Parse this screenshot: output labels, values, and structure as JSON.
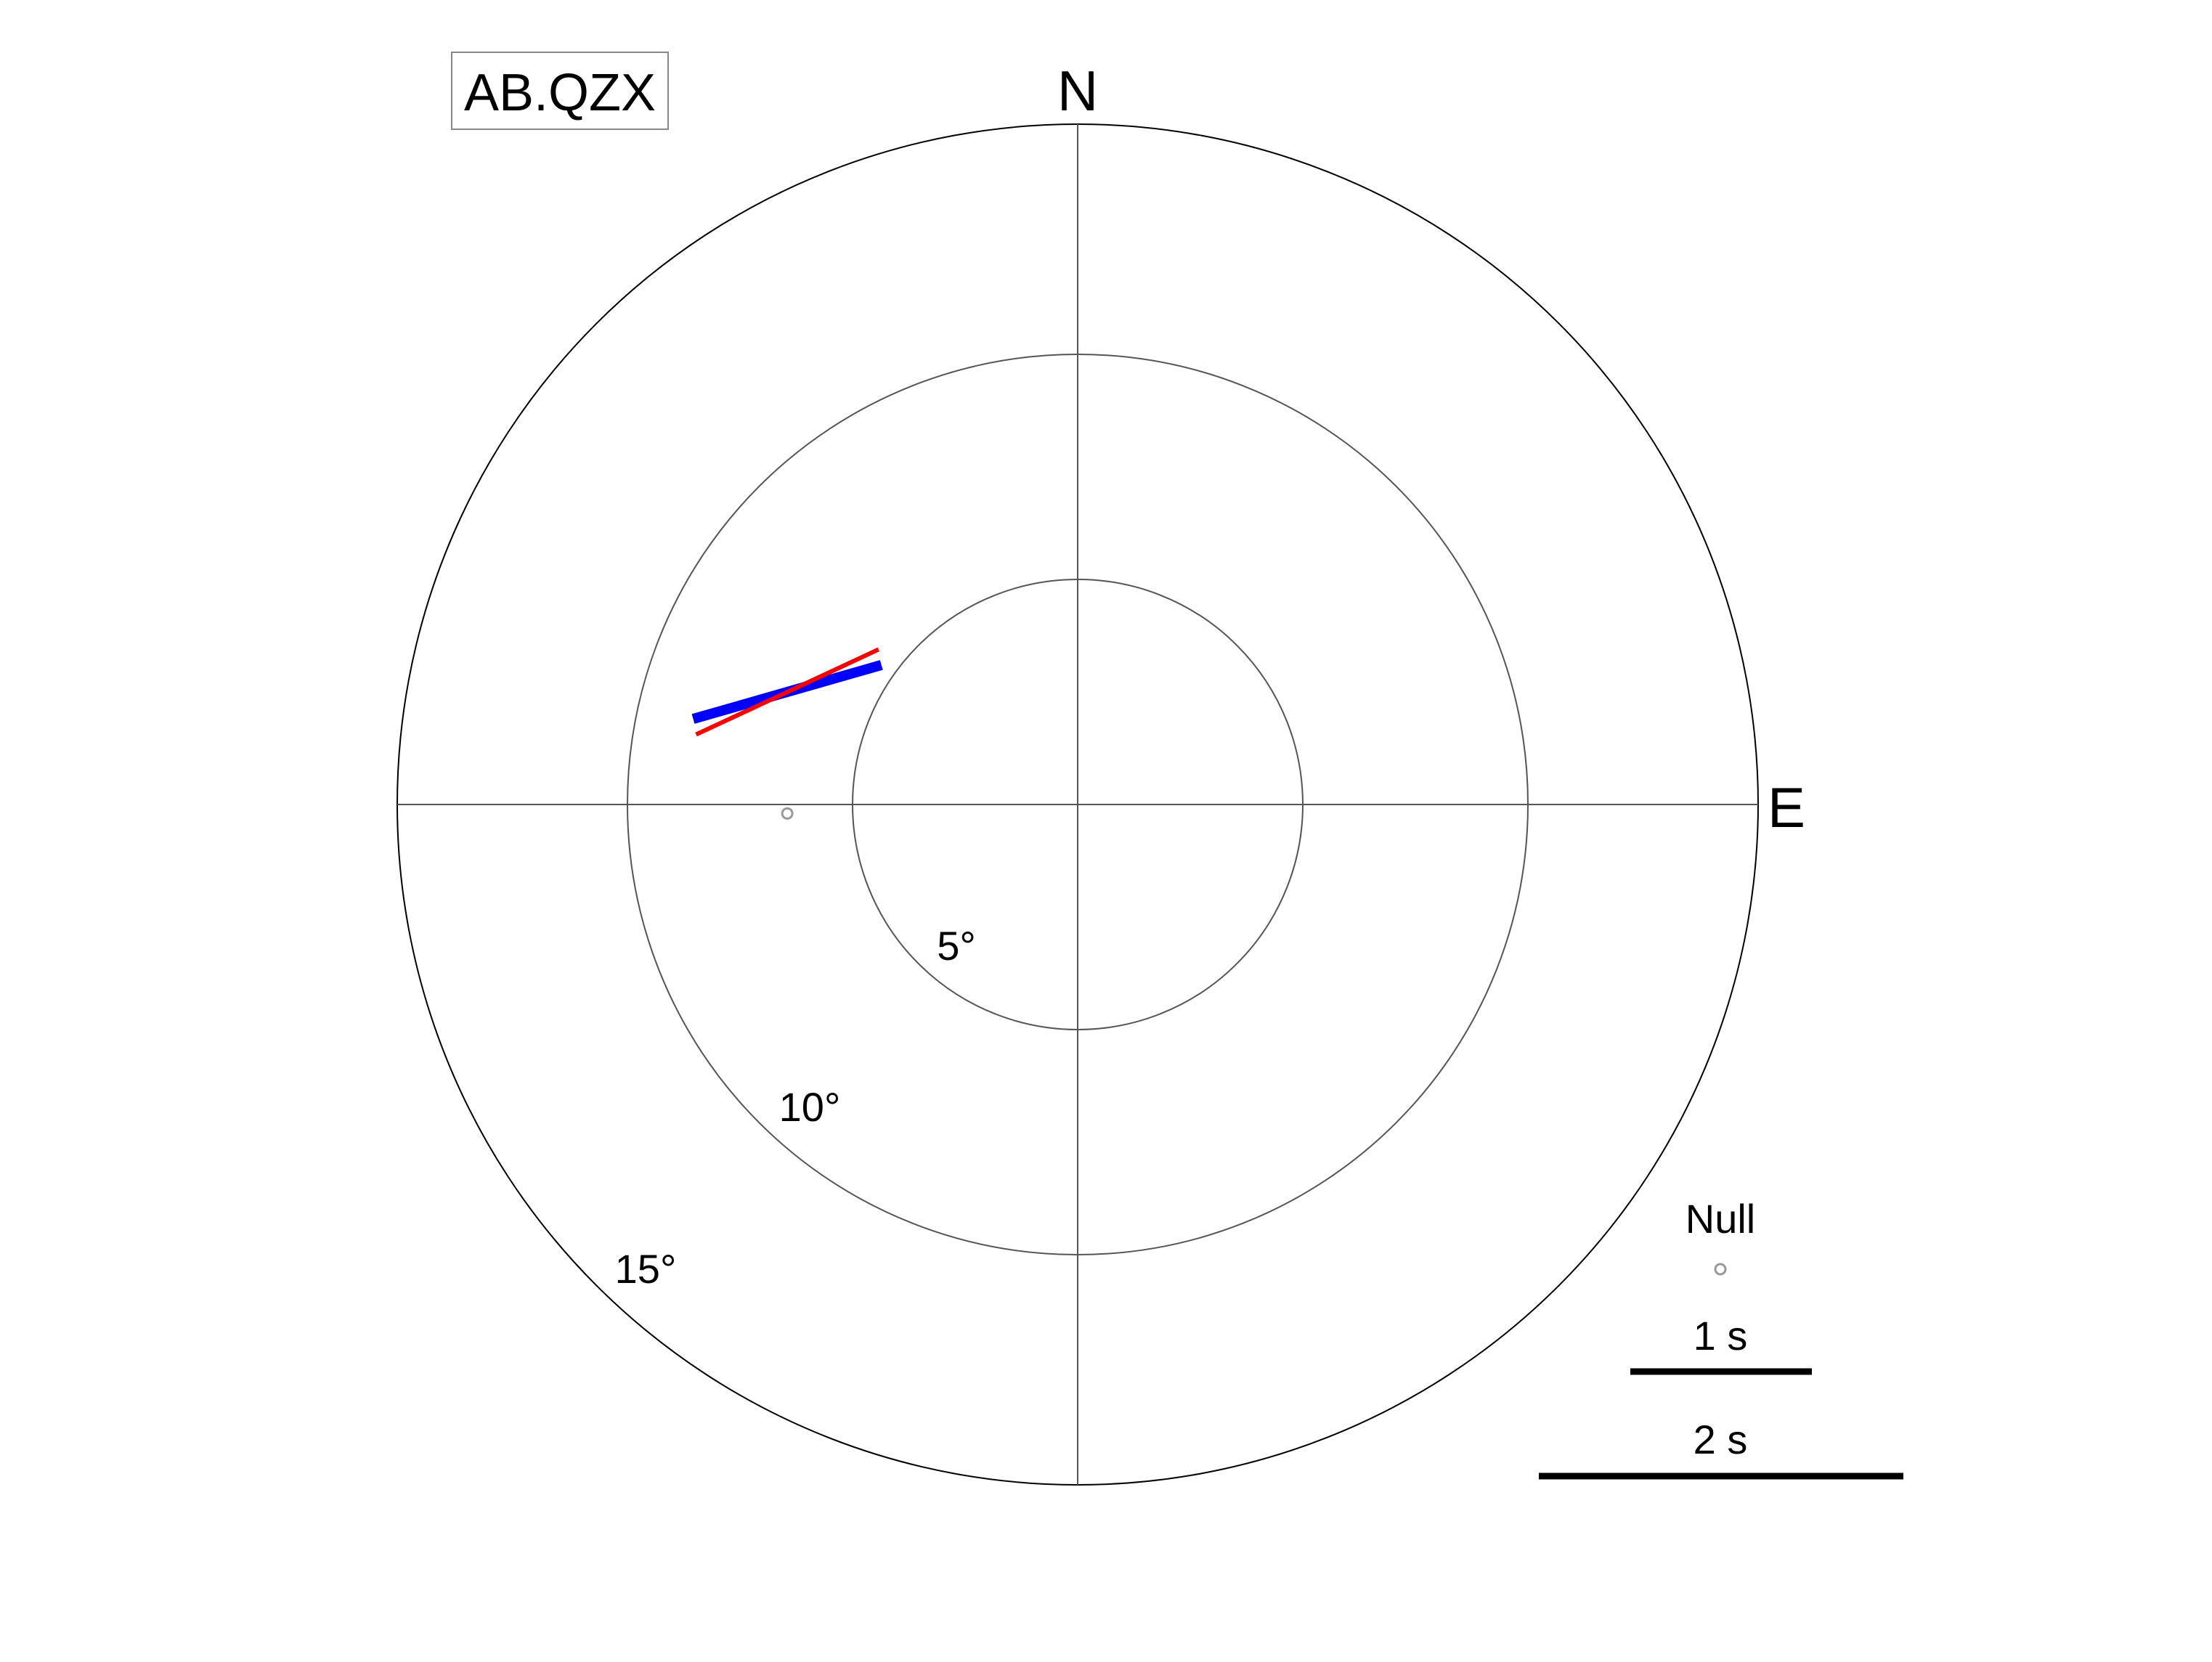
{
  "station": {
    "label": "AB.QZX"
  },
  "compass": {
    "north_label": "N",
    "east_label": "E"
  },
  "rings": {
    "labels": [
      "5°",
      "10°",
      "15°"
    ],
    "values_deg": [
      5,
      10,
      15
    ],
    "max_deg": 15
  },
  "chart_data": {
    "type": "scatter",
    "title": "",
    "measurements": [
      {
        "series": "blue",
        "color": "#0000ff",
        "x_east": -6.45,
        "y_north": 2.5,
        "fast_azimuth_deg": 74,
        "delay_s": 1.07
      },
      {
        "series": "red",
        "color": "#ff0000",
        "x_east": -6.45,
        "y_north": 2.5,
        "fast_azimuth_deg": 65,
        "delay_s": 1.1
      }
    ],
    "nulls": [
      {
        "x_east": -6.45,
        "y_north": -0.2
      }
    ]
  },
  "legend": {
    "null_label": "Null",
    "scale_1_label": "1 s",
    "scale_2_label": "2 s",
    "scale_1_value_s": 1,
    "scale_2_value_s": 2
  },
  "colors": {
    "ring": "#555555",
    "outer_ring": "#000000",
    "null_marker": "#999999",
    "scale_bar": "#000000"
  }
}
